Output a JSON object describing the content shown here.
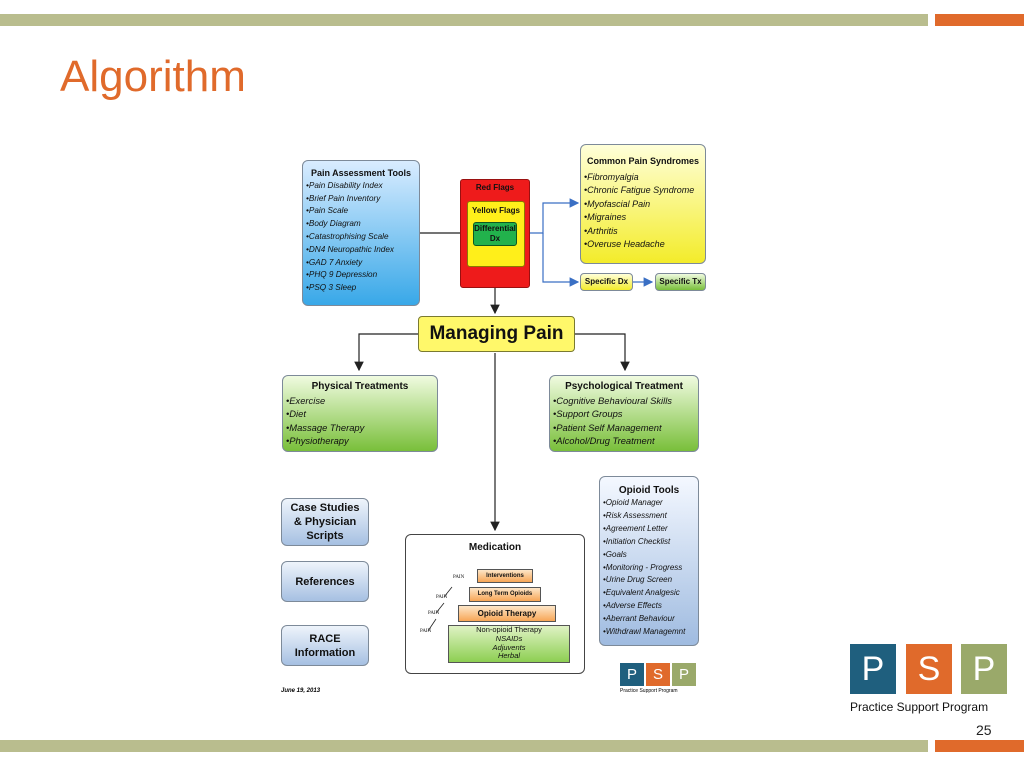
{
  "slide": {
    "title": "Algorithm",
    "page_number": "25"
  },
  "colors": {
    "bar_olive": "#b9bd8e",
    "bar_orange": "#e06a2b",
    "title": "#e06a2b",
    "logo_blue": "#1f5f7e",
    "logo_orange": "#e06a2b",
    "logo_olive": "#9aa96a"
  },
  "diagram": {
    "pain_tools": {
      "title": "Pain Assessment Tools",
      "items": [
        "•Pain Disability Index",
        "•Brief Pain Inventory",
        "•Pain Scale",
        "•Body Diagram",
        "•Catastrophising Scale",
        "•DN4 Neuropathic Index",
        "•GAD 7 Anxiety",
        "•PHQ 9 Depression",
        "•PSQ 3 Sleep"
      ]
    },
    "flags": {
      "red": "Red Flags",
      "yellow": "Yellow Flags",
      "differential": "Differential Dx"
    },
    "syndromes": {
      "title": "Common Pain Syndromes",
      "items": [
        "•Fibromyalgia",
        "•Chronic Fatigue Syndrome",
        "•Myofascial Pain",
        "•Migraines",
        "•Arthritis",
        "•Overuse Headache"
      ]
    },
    "specific_dx": "Specific Dx",
    "specific_tx": "Specific Tx",
    "managing_pain": "Managing Pain",
    "physical": {
      "title": "Physical Treatments",
      "items": [
        "•Exercise",
        "•Diet",
        "•Massage Therapy",
        "•Physiotherapy"
      ]
    },
    "psychological": {
      "title": "Psychological Treatment",
      "items": [
        "•Cognitive Behavioural Skills",
        "•Support Groups",
        "•Patient Self Management",
        "•Alcohol/Drug Treatment"
      ]
    },
    "opioid_tools": {
      "title": "Opioid Tools",
      "items": [
        "•Opioid Manager",
        "•Risk Assessment",
        "•Agreement Letter",
        "•Initiation Checklist",
        "•Goals",
        "•Monitoring - Progress",
        "•Urine Drug Screen",
        "•Equivalent Analgesic",
        "•Adverse Effects",
        "•Aberrant Behaviour",
        "•Withdrawl Managemnt"
      ]
    },
    "case_studies": "Case Studies & Physician Scripts",
    "references": "References",
    "race": "RACE Information",
    "medication": {
      "title": "Medication",
      "interventions": "Interventions",
      "long_term": "Long Term Opioids",
      "opioid_therapy": "Opioid Therapy",
      "non_opioid": "Non-opioid Therapy",
      "non_opioid_items": [
        "NSAIDs",
        "Adjuvents",
        "Herbal"
      ],
      "pain_label": "PAIN"
    },
    "date": "June 19, 2013",
    "small_logo": {
      "letters": [
        "P",
        "S",
        "P"
      ],
      "caption": "Practice Support Program"
    }
  },
  "logo": {
    "letters": [
      "P",
      "S",
      "P"
    ],
    "caption": "Practice Support Program"
  }
}
